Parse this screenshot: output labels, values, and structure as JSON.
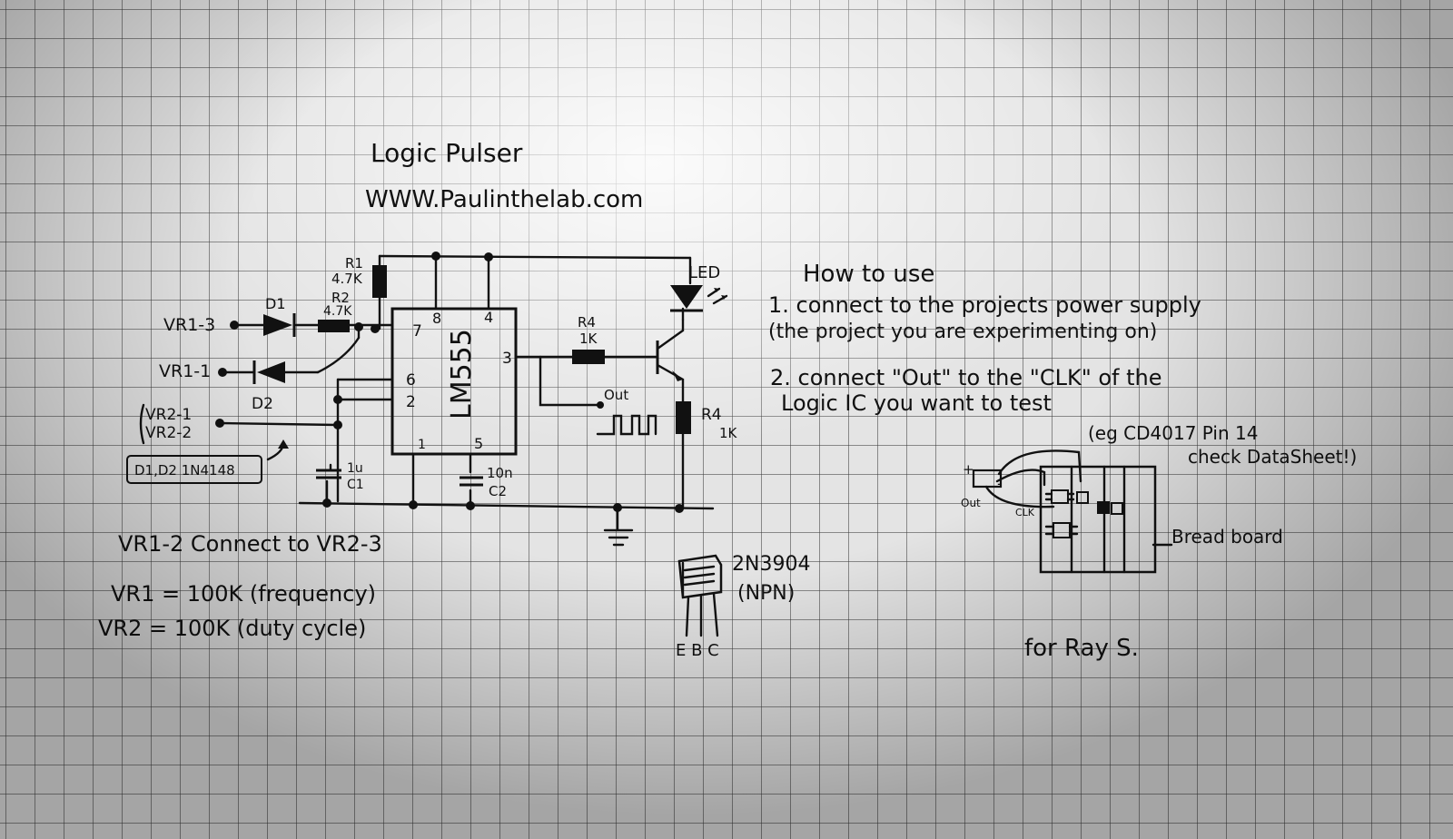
{
  "title": {
    "line1": "Logic Pulser",
    "line2": "WWW.Paulinthelab.com"
  },
  "components": {
    "r1_label": "R1",
    "r1_value": "4.7K",
    "r2_label": "R2",
    "r2_value": "4.7K",
    "d1_label": "D1",
    "d2_label": "D2",
    "ic_name": "LM555",
    "pin7": "7",
    "pin8": "8",
    "pin4": "4",
    "pin3": "3",
    "pin6": "6",
    "pin2": "2",
    "pin1": "1",
    "pin5": "5",
    "c1_value": "1u",
    "c1_label": "C1",
    "c2_value": "10n",
    "c2_label": "C2",
    "r4_label": "R4",
    "r4_value": "1K",
    "r4b_label": "R4",
    "r4b_value": "1K",
    "led_label": "LED",
    "out_label": "Out"
  },
  "terminals": {
    "vr1_3": "VR1-3",
    "vr1_1": "VR1-1",
    "vr2_1": "VR2-1",
    "vr2_2": "VR2-2",
    "diodes_note": "D1,D2 1N4148"
  },
  "notes": {
    "connect": "VR1-2 Connect to VR2-3",
    "vr1": "VR1 = 100K (frequency)",
    "vr2": "VR2 = 100K (duty cycle)"
  },
  "transistor": {
    "part": "2N3904",
    "type": "(NPN)",
    "pins": "E B C"
  },
  "instructions": {
    "heading": "How to use",
    "step1a": "1. connect to the projects power supply",
    "step1b": "(the project you are experimenting on)",
    "step2a": "2. connect \"Out\" to the \"CLK\" of the",
    "step2b": "Logic IC you want to test",
    "step2c": "(eg CD4017 Pin 14",
    "step2d": "check DataSheet!)"
  },
  "breadboard": {
    "label": "Bread board",
    "plus": "+",
    "minus": "-",
    "out": "Out",
    "clk": "CLK"
  },
  "dedication": "for Ray S."
}
